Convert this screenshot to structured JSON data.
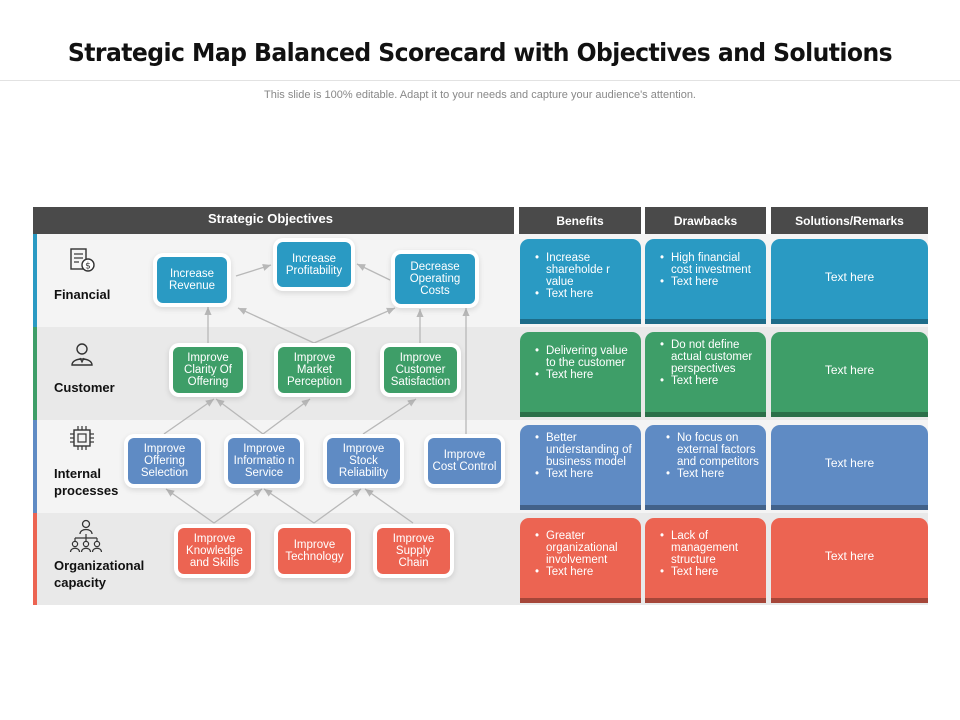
{
  "title": "Strategic Map Balanced Scorecard with Objectives and Solutions",
  "subtitle": "This slide is 100% editable. Adapt it to your needs and capture your audience's attention.",
  "headers": {
    "objectives": "Strategic Objectives",
    "benefits": "Benefits",
    "drawbacks": "Drawbacks",
    "solutions": "Solutions/Remarks"
  },
  "colors": {
    "financial": "#2a9ac3",
    "customer": "#3e9e68",
    "internal": "#5f8bc4",
    "organizational": "#ec6452",
    "header": "#4a4a4a"
  },
  "rows": {
    "financial": {
      "label": "Financial",
      "icon": "bill-dollar-icon",
      "objectives": [
        "Increase Revenue",
        "Increase Profitability",
        "Decrease Operating Costs"
      ],
      "benefits": [
        "Increase shareholde r value",
        "Text here"
      ],
      "drawbacks": [
        "High financial cost investment",
        "Text here"
      ],
      "solution": "Text here"
    },
    "customer": {
      "label": "Customer",
      "icon": "user-icon",
      "objectives": [
        "Improve Clarity Of Offering",
        "Improve Market Perception",
        "Improve Customer Satisfaction"
      ],
      "benefits": [
        "Delivering value to the customer",
        "Text here"
      ],
      "drawbacks": [
        "Do not define actual customer perspectives",
        "Text here"
      ],
      "solution": "Text here"
    },
    "internal": {
      "label": "Internal processes",
      "icon": "cpu-chip-icon",
      "objectives": [
        "Improve Offering Selection",
        "Improve Informatio n Service",
        "Improve Stock Reliability",
        "Improve Cost Control"
      ],
      "benefits": [
        "Better understanding of business model",
        "Text here"
      ],
      "drawbacks": [
        "No focus on external factors and competitors",
        "Text here"
      ],
      "solution": "Text here"
    },
    "organizational": {
      "label": "Organizational capacity",
      "icon": "org-chart-icon",
      "objectives": [
        "Improve Knowledge and Skills",
        "Improve Technology",
        "Improve Supply Chain"
      ],
      "benefits": [
        "Greater organizational involvement",
        "Text here"
      ],
      "drawbacks": [
        "Lack of management structure",
        "Text here"
      ],
      "solution": "Text here"
    }
  }
}
